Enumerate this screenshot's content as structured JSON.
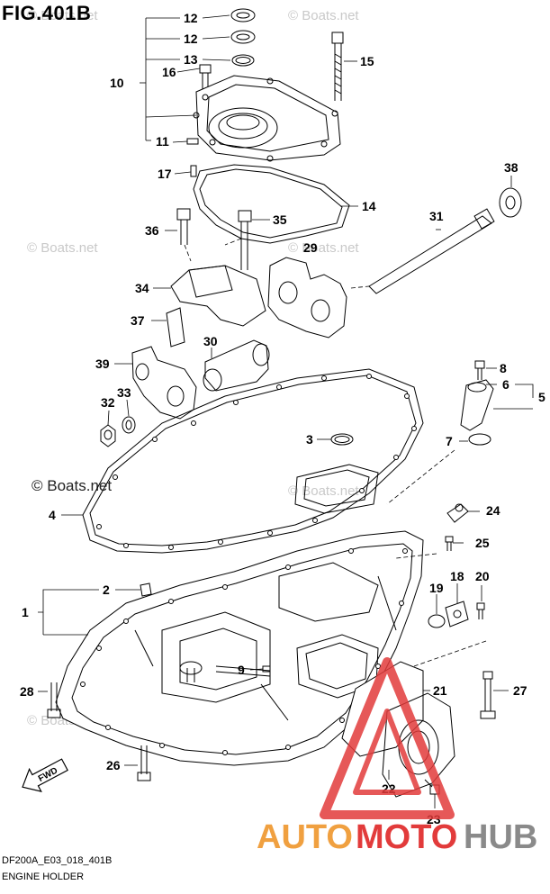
{
  "figure": {
    "title": "FIG.401B",
    "code": "DF200A_E03_018_401B",
    "caption": "ENGINE HOLDER"
  },
  "watermarks": {
    "faint": "© Boats.net",
    "dark": "© Boats.net",
    "brand_a": "AUTO",
    "brand_b": "MOTO",
    "brand_c": "HUB"
  },
  "direction": {
    "label": "FWD"
  },
  "callouts": {
    "c1": "1",
    "c2": "2",
    "c3": "3",
    "c4": "4",
    "c5": "5",
    "c6": "6",
    "c7": "7",
    "c8": "8",
    "c9": "9",
    "c10": "10",
    "c11": "11",
    "c12a": "12",
    "c12b": "12",
    "c13": "13",
    "c14": "14",
    "c15": "15",
    "c16": "16",
    "c17": "17",
    "c18": "18",
    "c19": "19",
    "c20": "20",
    "c21": "21",
    "c22": "22",
    "c23": "23",
    "c24": "24",
    "c25": "25",
    "c26": "26",
    "c27": "27",
    "c28": "28",
    "c29": "29",
    "c30": "30",
    "c31": "31",
    "c32": "32",
    "c33": "33",
    "c34": "34",
    "c35": "35",
    "c36": "36",
    "c37": "37",
    "c38": "38",
    "c39": "39"
  },
  "colors": {
    "brand_orange": "#f0a040",
    "brand_red": "#e23b3b",
    "brand_gray": "#8a8a8a"
  }
}
